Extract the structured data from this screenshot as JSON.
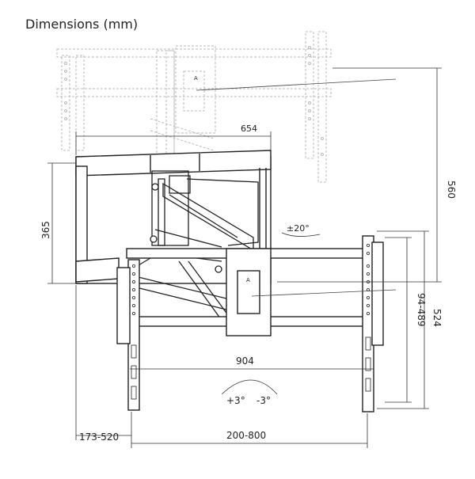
{
  "title": "Dimensions (mm)",
  "dimensions": {
    "wall_plate_width": "654",
    "wall_plate_height": "365",
    "overall_height": "560",
    "swivel": "±20°",
    "vesa_vertical": "94-489",
    "bracket_height": "524",
    "bracket_width": "904",
    "tilt_up": "+3°",
    "tilt_down": "-3°",
    "extension": "173-520",
    "vesa_horizontal": "200-800"
  },
  "labels": {
    "upper_marker": "A",
    "lower_marker": "A"
  }
}
